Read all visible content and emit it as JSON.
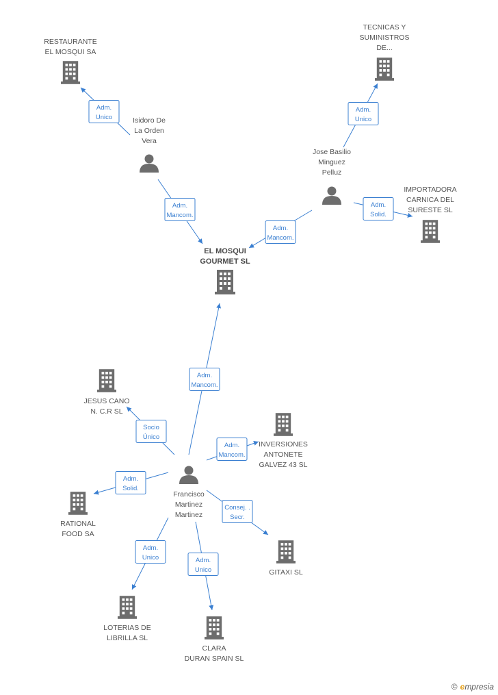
{
  "nodes": [
    {
      "id": "center",
      "kind": "company",
      "center": true,
      "lines": [
        "EL MOSQUI",
        "GOURMET SL"
      ]
    },
    {
      "id": "restaurante",
      "kind": "company",
      "lines": [
        "RESTAURANTE",
        "EL MOSQUI SA"
      ]
    },
    {
      "id": "tecnicas",
      "kind": "company",
      "lines": [
        "TECNICAS Y",
        "SUMINISTROS",
        "DE..."
      ]
    },
    {
      "id": "importadora",
      "kind": "company",
      "lines": [
        "IMPORTADORA",
        "CARNICA DEL",
        "SURESTE SL"
      ]
    },
    {
      "id": "isidoro",
      "kind": "person",
      "lines": [
        "Isidoro De",
        "La Orden",
        "Vera"
      ]
    },
    {
      "id": "jose",
      "kind": "person",
      "lines": [
        "Jose Basilio",
        "Minguez",
        "Pelluz"
      ]
    },
    {
      "id": "francisco",
      "kind": "person",
      "lines": [
        "Francisco",
        "Martinez",
        "Martinez"
      ]
    },
    {
      "id": "jesus",
      "kind": "company",
      "lines": [
        "JESUS CANO",
        "N. C.R SL"
      ]
    },
    {
      "id": "inversiones",
      "kind": "company",
      "lines": [
        "INVERSIONES",
        "ANTONETE",
        "GALVEZ 43 SL"
      ]
    },
    {
      "id": "rational",
      "kind": "company",
      "lines": [
        "RATIONAL",
        "FOOD SA"
      ]
    },
    {
      "id": "gitaxi",
      "kind": "company",
      "lines": [
        "GITAXI SL"
      ]
    },
    {
      "id": "loterias",
      "kind": "company",
      "lines": [
        "LOTERIAS DE",
        "LIBRILLA SL"
      ]
    },
    {
      "id": "clara",
      "kind": "company",
      "lines": [
        "CLARA",
        "DURAN SPAIN SL"
      ]
    }
  ],
  "edges": [
    {
      "id": "isidoro-restaurante",
      "from": "isidoro",
      "to": "restaurante",
      "label": [
        "Adm.",
        "Unico"
      ]
    },
    {
      "id": "isidoro-center",
      "from": "isidoro",
      "to": "center",
      "label": [
        "Adm.",
        "Mancom."
      ]
    },
    {
      "id": "jose-tecnicas",
      "from": "jose",
      "to": "tecnicas",
      "label": [
        "Adm.",
        "Unico"
      ]
    },
    {
      "id": "jose-center",
      "from": "jose",
      "to": "center",
      "label": [
        "Adm.",
        "Mancom."
      ]
    },
    {
      "id": "jose-importadora",
      "from": "jose",
      "to": "importadora",
      "label": [
        "Adm.",
        "Solid."
      ]
    },
    {
      "id": "francisco-center",
      "from": "francisco",
      "to": "center",
      "label": [
        "Adm.",
        "Mancom."
      ]
    },
    {
      "id": "francisco-jesus",
      "from": "francisco",
      "to": "jesus",
      "label": [
        "Socio",
        "Único"
      ]
    },
    {
      "id": "francisco-inversiones",
      "from": "francisco",
      "to": "inversiones",
      "label": [
        "Adm.",
        "Mancom."
      ]
    },
    {
      "id": "francisco-rational",
      "from": "francisco",
      "to": "rational",
      "label": [
        "Adm.",
        "Solid."
      ]
    },
    {
      "id": "francisco-gitaxi",
      "from": "francisco",
      "to": "gitaxi",
      "label": [
        "Consej. .",
        "Secr."
      ]
    },
    {
      "id": "francisco-loterias",
      "from": "francisco",
      "to": "loterias",
      "label": [
        "Adm.",
        "Unico"
      ]
    },
    {
      "id": "francisco-clara",
      "from": "francisco",
      "to": "clara",
      "label": [
        "Adm.",
        "Unico"
      ]
    }
  ],
  "footer": {
    "copyright": "©",
    "brand_initial": "e",
    "brand_rest": "mpresia"
  }
}
